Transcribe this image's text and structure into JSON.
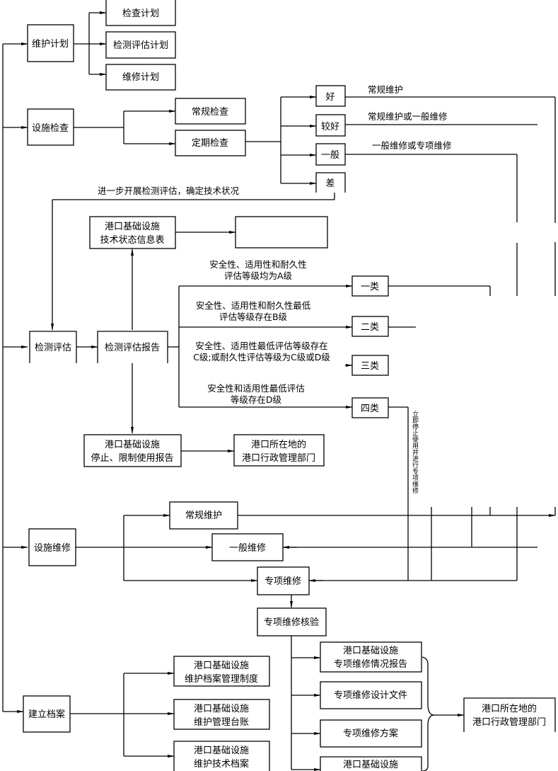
{
  "nodes": {
    "maintenance_plan": "维护计划",
    "inspection_plan": "检查计划",
    "detection_eval_plan": "检测评估计划",
    "repair_plan": "维修计划",
    "facility_inspection": "设施检查",
    "routine_inspection": "常规检查",
    "periodic_inspection": "定期检查",
    "grade_good": "好",
    "grade_fairly_good": "较好",
    "grade_average": "一般",
    "grade_poor": "差",
    "tech_status_table": [
      "港口基础设施",
      "技术状态信息表"
    ],
    "faded_box": [
      "",
      ""
    ],
    "detection_eval": "检测评估",
    "detection_eval_report": "检测评估报告",
    "class_1": "一类",
    "class_2": "二类",
    "class_3": "三类",
    "class_4": "四类",
    "stop_limit_report": [
      "港口基础设施",
      "停止、限制使用报告"
    ],
    "port_admin_1": [
      "港口所在地的",
      "港口行政管理部门"
    ],
    "facility_repair": "设施维修",
    "routine_maintenance": "常规维护",
    "general_repair": "一般维修",
    "special_repair": "专项维修",
    "special_repair_acceptance": "专项维修核验",
    "establish_archive": "建立档案",
    "archive_system": [
      "港口基础设施",
      "维护档案管理制度"
    ],
    "maintenance_ledger": [
      "港口基础设施",
      "维护管理台账"
    ],
    "tech_archive": [
      "港口基础设施",
      "维护技术档案"
    ],
    "special_repair_report": [
      "港口基础设施",
      "专项维修情况报告"
    ],
    "special_repair_design": "专项维修设计文件",
    "special_repair_scheme": "专项维修方案",
    "special_repair_last": [
      "港口基础设施"
    ],
    "port_admin_2": [
      "港口所在地的",
      "港口行政管理部门"
    ]
  },
  "labels": {
    "good_action": "常规维护",
    "fairly_good_action": "常规维护或一般维修",
    "average_action": "一般维修或专项维修",
    "poor_action": "进一步开展检测评估，确定技术状况",
    "class_1_cond": [
      "安全性、适用性和耐久性",
      "评估等级均为A级"
    ],
    "class_2_cond": [
      "安全性、适用性和耐久性最低",
      "评估等级存在B级"
    ],
    "class_3_cond": [
      "安全性、适用性最低评估等级存在",
      "C级;或耐久性评估等级为C级或D级"
    ],
    "class_4_cond": [
      "安全性和适用性最低评估",
      "等级存在D级"
    ],
    "class_4_vertical": "立即停止使用并进行专项维修"
  }
}
